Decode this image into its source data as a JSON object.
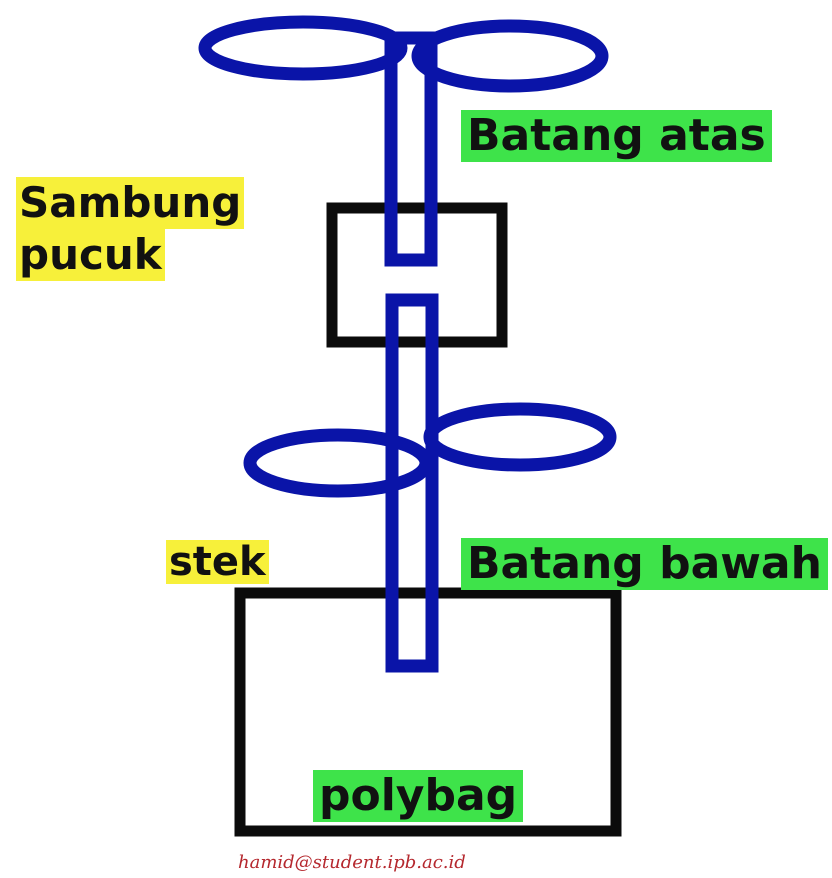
{
  "labels": {
    "batang_atas": "Batang atas",
    "sambung_pucuk_line1": "Sambung",
    "sambung_pucuk_line2": "pucuk",
    "stek": "stek",
    "batang_bawah": "Batang bawah",
    "polybag": "polybag"
  },
  "watermark": "hamid@student.ipb.ac.id",
  "colors": {
    "stem": "#0a14a8",
    "outline": "#0b0b0b",
    "highlight_green": "#3ee34a",
    "highlight_yellow": "#f7f03a",
    "watermark": "#b5282e"
  }
}
